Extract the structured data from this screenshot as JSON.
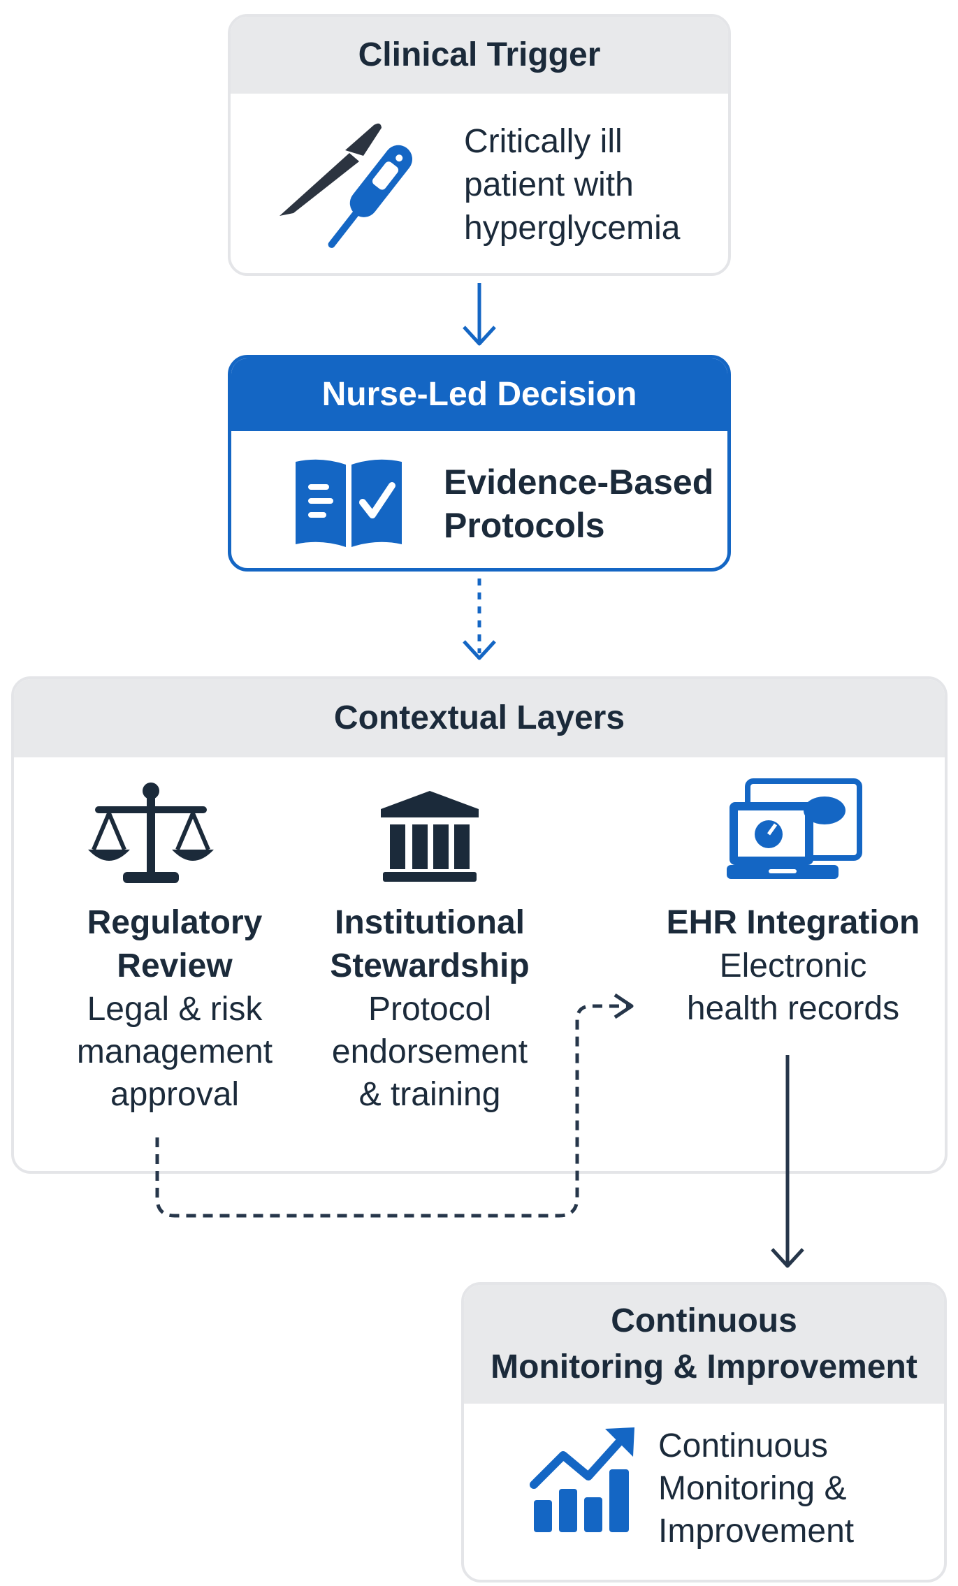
{
  "clinical_trigger": {
    "title": "Clinical Trigger",
    "text_lines": [
      "Critically ill",
      "patient with",
      "hyperglycemia"
    ],
    "icons": [
      "scalpel-icon",
      "thermometer-icon"
    ]
  },
  "nurse_led": {
    "title": "Nurse-Led Decision",
    "text_lines": [
      "Evidence-Based",
      "Protocols"
    ],
    "icon": "protocol-book-icon"
  },
  "contextual_layers": {
    "title": "Contextual Layers",
    "columns": [
      {
        "icon": "scales-icon",
        "title_lines": [
          "Regulatory",
          "Review"
        ],
        "desc_lines": [
          "Legal & risk",
          "management",
          "approval"
        ]
      },
      {
        "icon": "institution-icon",
        "title_lines": [
          "Institutional",
          "Stewardship"
        ],
        "desc_lines": [
          "Protocol",
          "endorsement",
          "& training"
        ]
      },
      {
        "icon": "ehr-laptop-icon",
        "title_lines": [
          "EHR Integration"
        ],
        "desc_lines": [
          "Electronic",
          "health records"
        ]
      }
    ]
  },
  "monitoring": {
    "title_lines": [
      "Continuous",
      "Monitoring & Improvement"
    ],
    "text_lines": [
      "Continuous",
      "Monitoring &",
      "Improvement"
    ],
    "icon": "growth-chart-icon"
  },
  "colors": {
    "primary_blue": "#1466c4",
    "dark_navy": "#1b2a3a",
    "header_gray": "#e8e9eb",
    "border_gray": "#e4e5e8"
  }
}
